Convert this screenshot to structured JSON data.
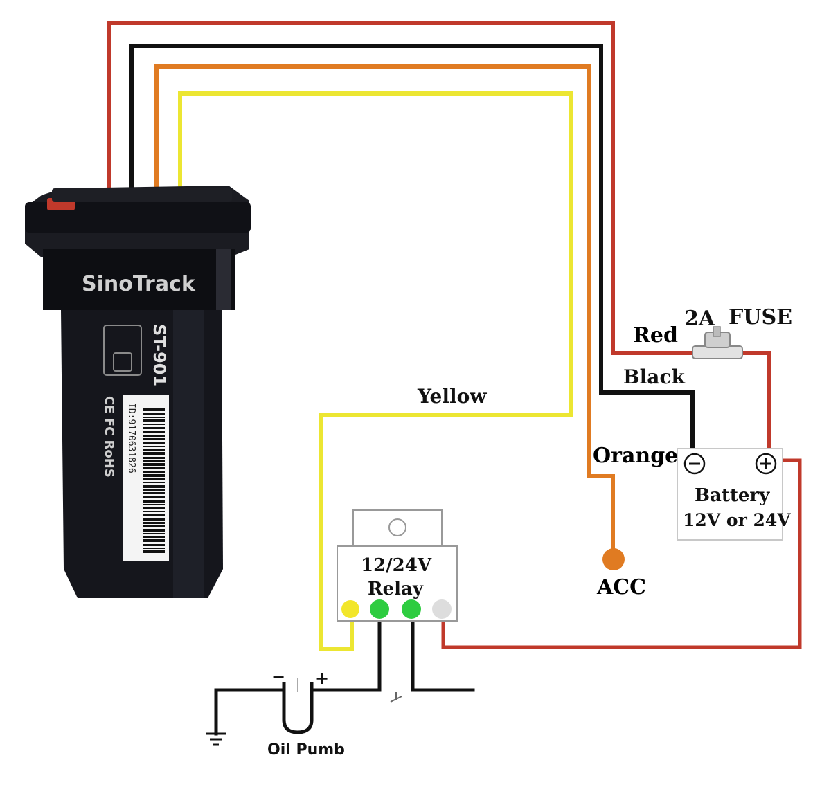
{
  "colors": {
    "red_wire": "#c0392b",
    "black_wire": "#111111",
    "orange_wire": "#e07b22",
    "yellow_wire": "#ece632",
    "red_label": "#e0202a",
    "orange_label": "#e07b22",
    "relay_pin_yellow": "#f2e62a",
    "relay_pin_green": "#2ecc40",
    "relay_pin_grey": "#dddddd",
    "device_body": "#15161c"
  },
  "device": {
    "brand": "SinoTrack",
    "model": "ST-901",
    "id_text": "ID:9170631826",
    "cert_marks": "CE FC RoHS",
    "icon": "sim-card-icon"
  },
  "labels": {
    "yellow": "Yellow",
    "red": "Red",
    "black": "Black",
    "orange": "Orange",
    "fuse_rating": "2A",
    "fuse": "FUSE",
    "acc": "ACC",
    "battery_line1": "Battery",
    "battery_line2": "12V or 24V",
    "battery_minus": "−",
    "battery_plus": "+",
    "relay_line1": "12/24V",
    "relay_line2": "Relay",
    "pump_minus": "−",
    "pump_plus": "+",
    "oil_pump": "Oil Pumb"
  }
}
